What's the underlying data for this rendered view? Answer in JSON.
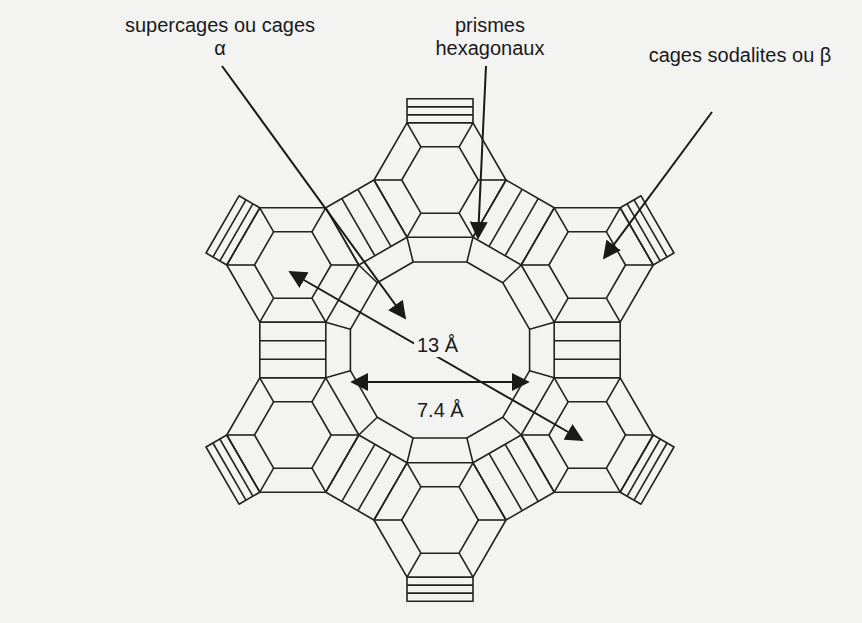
{
  "diagram": {
    "labels": [
      "supercages ou cages α",
      "prismes hexagonaux",
      "cages sodalites ou β",
      "13 Å",
      "7.4 Å"
    ]
  }
}
